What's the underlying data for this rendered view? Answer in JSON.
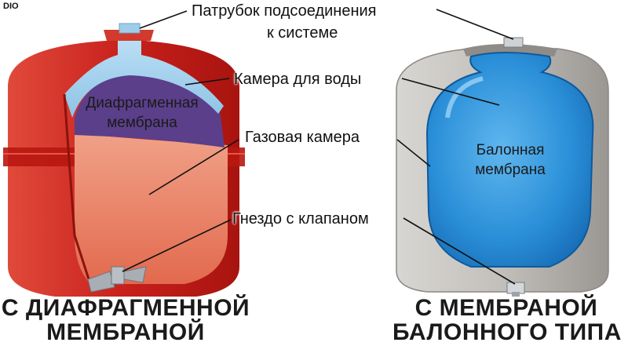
{
  "watermark": "DIO",
  "labels": {
    "connection_line1": "Патрубок подсоединения",
    "connection_line2": "к системе",
    "water_chamber": "Камера для воды",
    "gas_chamber": "Газовая камера",
    "valve_socket": "Гнездо с клапаном"
  },
  "left_tank": {
    "inner_label_line1": "Диафрагменная",
    "inner_label_line2": "мембрана",
    "caption_line1": "С ДИАФРАГМЕННОЙ",
    "caption_line2": "МЕМБРАНОЙ"
  },
  "right_tank": {
    "inner_label_line1": "Балонная",
    "inner_label_line2": "мембрана",
    "caption_line1": "С МЕМБРАНОЙ",
    "caption_line2": "БАЛОННОГО ТИПА"
  },
  "colors": {
    "red_shell": "#c8201c",
    "orange_gas": "#e8765a",
    "light_blue_water": "#a8d4ee",
    "purple_membrane": "#5b3f8a",
    "grey_shell": "#b9b6b2",
    "blue_balloon": "#2a8fd8"
  }
}
